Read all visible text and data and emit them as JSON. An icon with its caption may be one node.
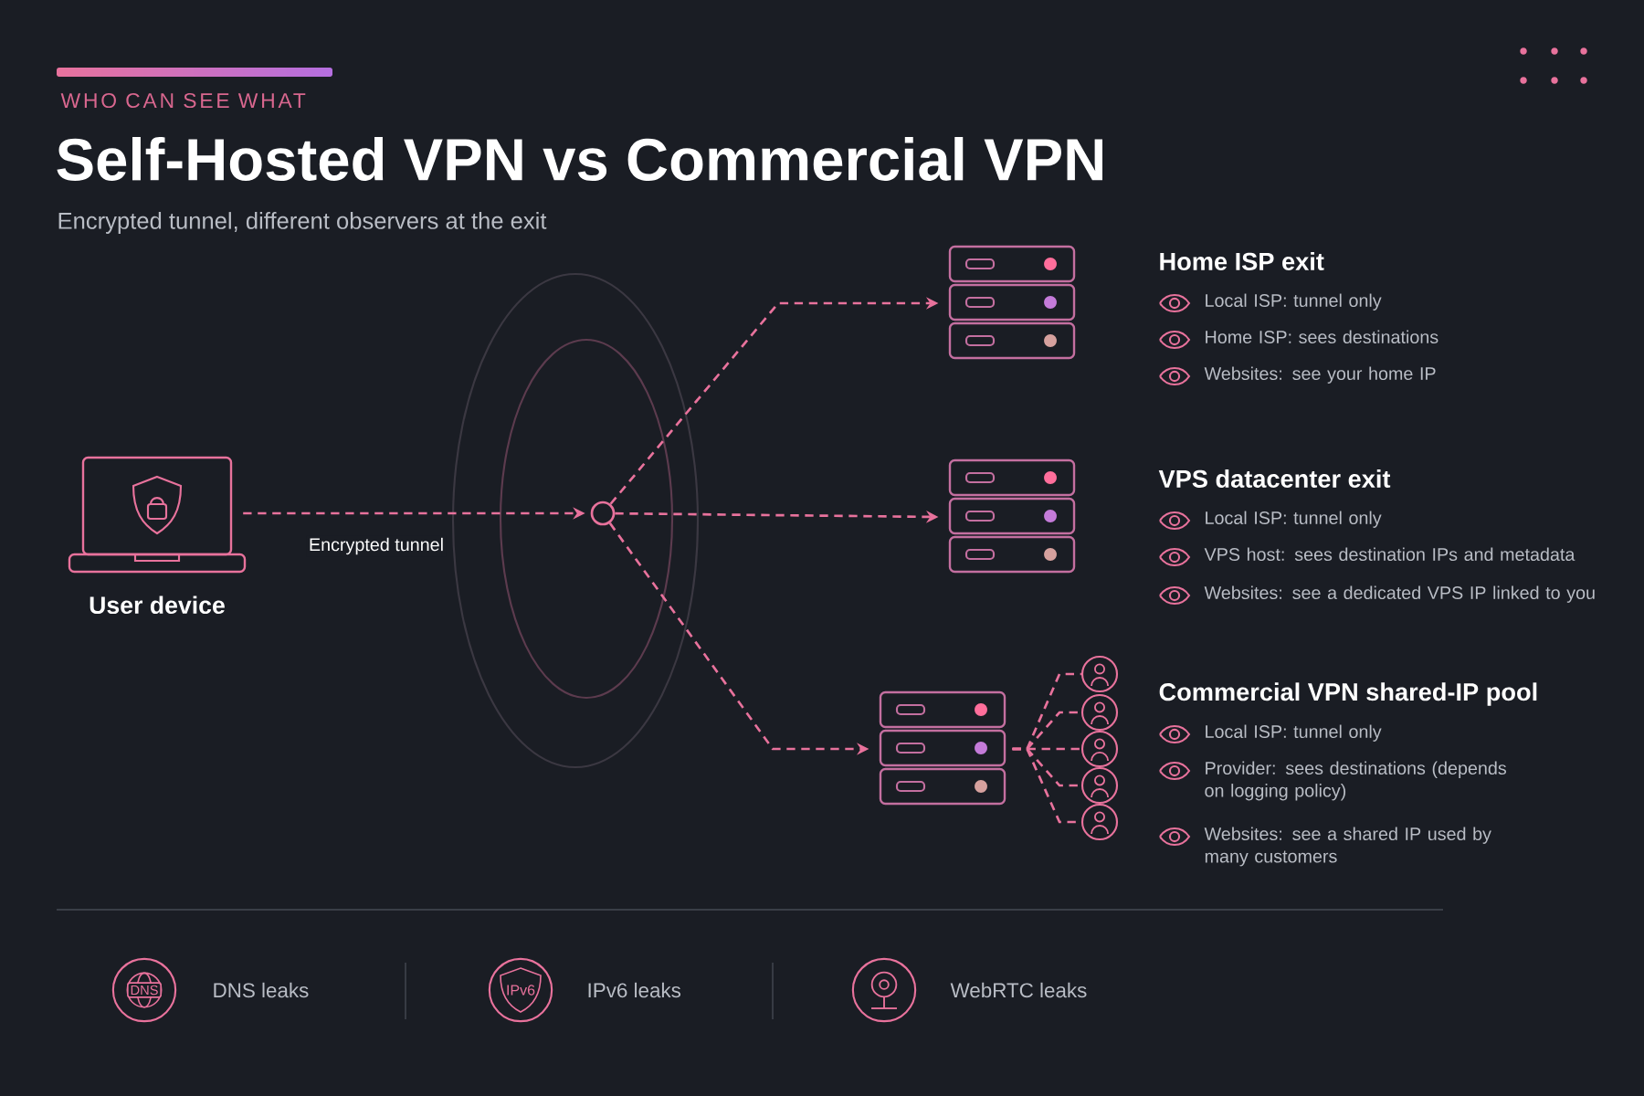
{
  "diagram": {
    "title": "Self-Hosted VPN vs Commercial VPN",
    "nodes": [
      {
        "text": [
          "User device"
        ]
      },
      {
        "text": [],
        "shape": "circle"
      },
      {
        "text": [],
        "shape": "server",
        "beside": [
          "Home ISP exit",
          "Local ISP: tunnel only",
          "Home ISP: sees destinations",
          "Websites: see your home IP"
        ]
      },
      {
        "text": [],
        "shape": "server",
        "beside": [
          "VPS datacenter exit",
          "Local ISP: tunnel only",
          "VPS host: sees destination IPs and metadata",
          "Websites: see a dedicated VPS IP linked to you"
        ]
      },
      {
        "text": [],
        "shape": "server",
        "beside": [
          "Commercial VPN shared-IP pool",
          "Local ISP: tunnel only",
          "Provider: sees destinations (depends on logging policy)",
          "Websites: see a shared IP used by many customers"
        ]
      },
      {
        "text": [],
        "shape": "person"
      },
      {
        "text": [],
        "shape": "person"
      },
      {
        "text": [],
        "shape": "person"
      },
      {
        "text": [],
        "shape": "person"
      },
      {
        "text": [],
        "shape": "person"
      }
    ],
    "edges": [
      {
        "from": 0,
        "to": 1,
        "arrow": "to",
        "style": "dashed",
        "label": "Encrypted tunnel"
      },
      {
        "from": 1,
        "to": 2,
        "arrow": "to",
        "style": "dashed"
      },
      {
        "from": 1,
        "to": 3,
        "arrow": "to",
        "style": "dashed"
      },
      {
        "from": 1,
        "to": 4,
        "arrow": "to",
        "style": "dashed"
      },
      {
        "from": 4,
        "to": 5,
        "arrow": "none",
        "style": "dashed"
      },
      {
        "from": 4,
        "to": 6,
        "arrow": "none",
        "style": "dashed"
      },
      {
        "from": 4,
        "to": 7,
        "arrow": "none",
        "style": "dashed"
      },
      {
        "from": 4,
        "to": 8,
        "arrow": "none",
        "style": "dashed"
      },
      {
        "from": 4,
        "to": 9,
        "arrow": "none",
        "style": "dashed"
      }
    ],
    "labels": [
      "WHO CAN SEE WHAT",
      "Encrypted tunnel, different observers at the exit",
      "DNS",
      "DNS leaks",
      "IPv6",
      "IPv6 leaks",
      "WebRTC leaks"
    ]
  }
}
